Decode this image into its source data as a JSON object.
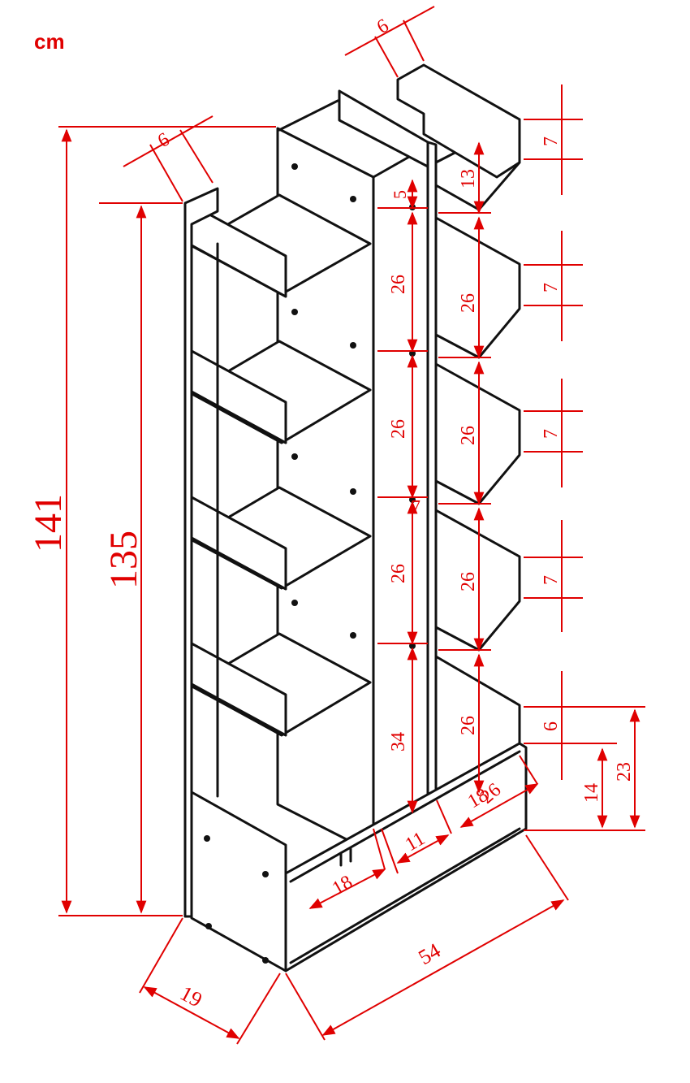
{
  "unit_label": "cm",
  "dimensions": {
    "total_height": "141",
    "side_height": "135",
    "board_thickness_side": "6",
    "board_thickness_top": "6",
    "depth": "19",
    "width": "54",
    "lip_top": "7",
    "lip_2": "7",
    "lip_3": "7",
    "lip_4": "7",
    "lip_bottom": "6",
    "bottom_inner": "14",
    "bottom_total": "23",
    "right_top_gap": "13",
    "right_1": "26",
    "right_2": "26",
    "right_3": "26",
    "right_4": "26",
    "right_5": "26",
    "center_top": "5",
    "center_1": "26",
    "center_2": "26",
    "center_3": "26",
    "center_4": "34",
    "center_small": "7",
    "base_left": "18",
    "base_mid": "11",
    "base_right": "18"
  }
}
